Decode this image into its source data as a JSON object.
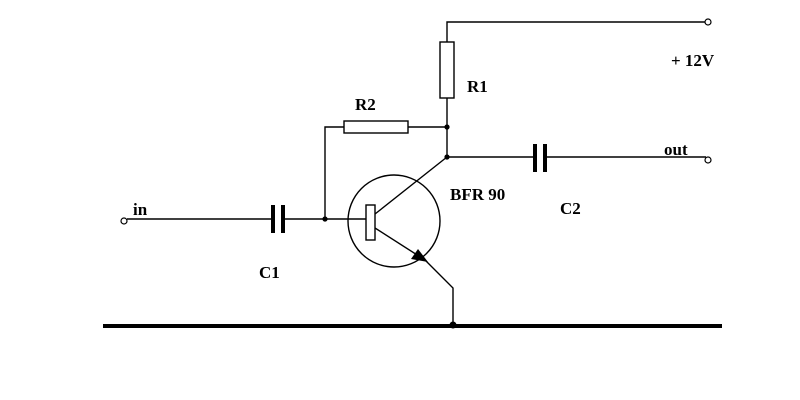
{
  "labels": {
    "supply": "+ 12V",
    "r1": "R1",
    "r2": "R2",
    "output": "out",
    "transistor": "BFR 90",
    "c2": "C2",
    "input": "in",
    "c1": "C1"
  }
}
